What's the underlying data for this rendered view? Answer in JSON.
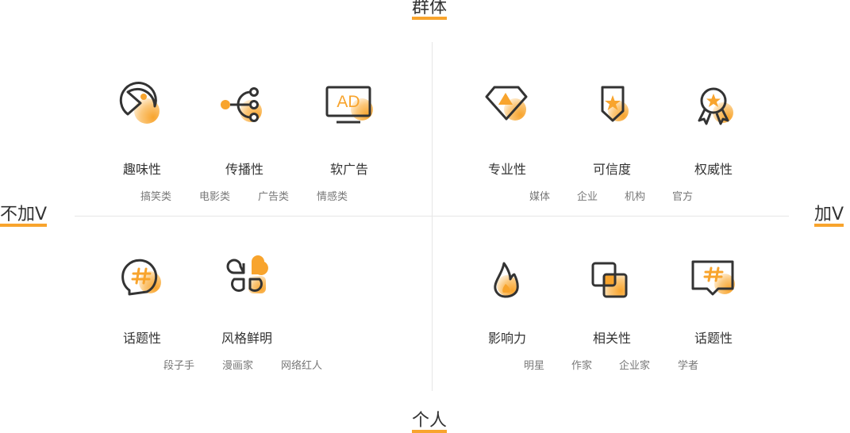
{
  "axes": {
    "top": "群体",
    "bottom": "个人",
    "left": "不加V",
    "right": "加V"
  },
  "accent_color": "#f8a42d",
  "quadrants": {
    "top_left": {
      "items": [
        {
          "label": "趣味性",
          "icon": "pacman-icon"
        },
        {
          "label": "传播性",
          "icon": "share-nodes-icon"
        },
        {
          "label": "软广告",
          "icon": "ad-monitor-icon"
        }
      ],
      "tags": [
        "搞笑类",
        "电影类",
        "广告类",
        "情感类"
      ]
    },
    "top_right": {
      "items": [
        {
          "label": "专业性",
          "icon": "diamond-icon"
        },
        {
          "label": "可信度",
          "icon": "shield-star-icon"
        },
        {
          "label": "权威性",
          "icon": "award-medal-icon"
        }
      ],
      "tags": [
        "媒体",
        "企业",
        "机构",
        "官方"
      ]
    },
    "bottom_left": {
      "items": [
        {
          "label": "话题性",
          "icon": "hashtag-bubble-icon"
        },
        {
          "label": "风格鲜明",
          "icon": "clover-grid-icon"
        }
      ],
      "tags": [
        "段子手",
        "漫画家",
        "网络红人"
      ]
    },
    "bottom_right": {
      "items": [
        {
          "label": "影响力",
          "icon": "flame-icon"
        },
        {
          "label": "相关性",
          "icon": "overlap-squares-icon"
        },
        {
          "label": "话题性",
          "icon": "hashtag-message-icon"
        }
      ],
      "tags": [
        "明星",
        "作家",
        "企业家",
        "学者"
      ]
    }
  }
}
